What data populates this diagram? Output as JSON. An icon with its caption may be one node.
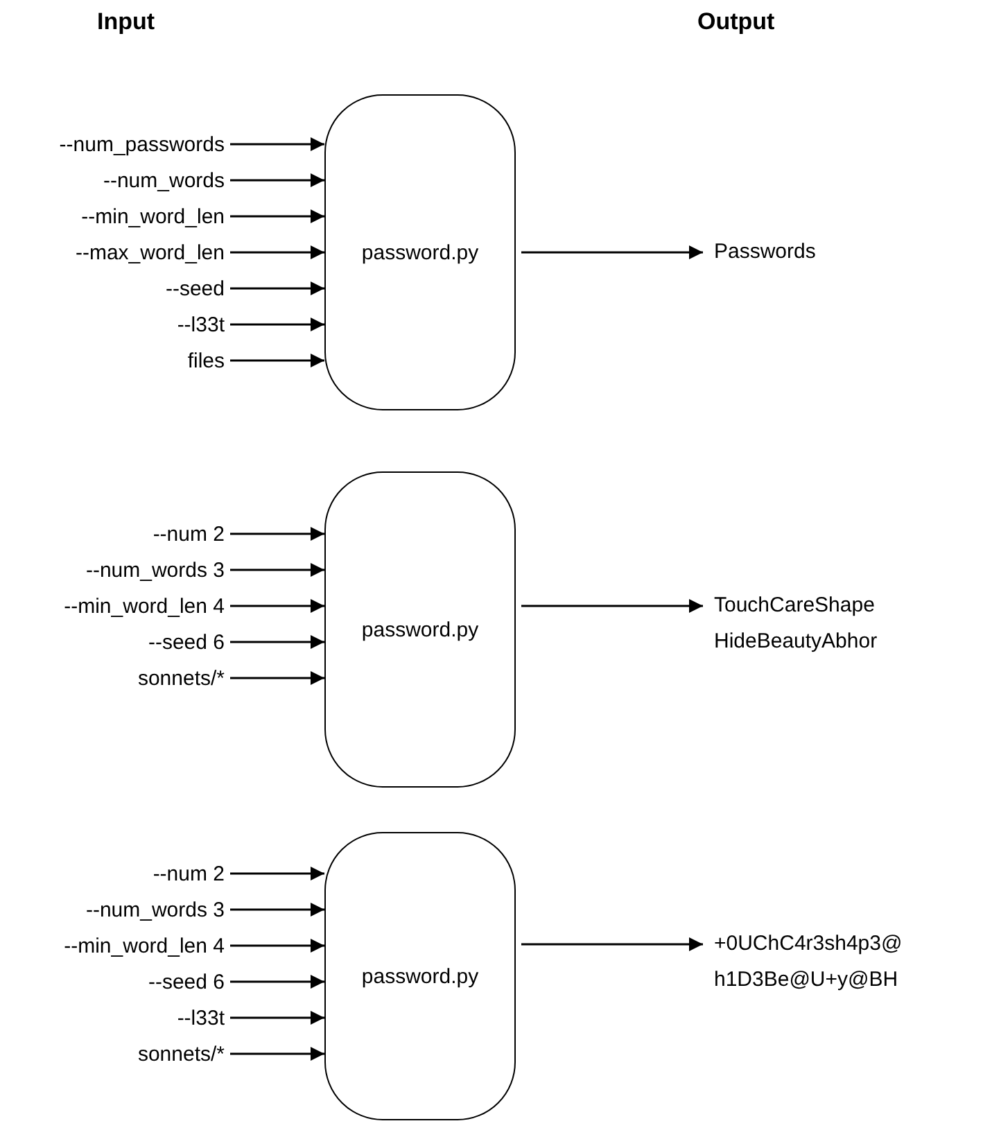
{
  "diagram": {
    "nodes": [
      {
        "text": [
          "--num_passwords"
        ]
      },
      {
        "text": [
          "--num_words"
        ]
      },
      {
        "text": [
          "--min_word_len"
        ]
      },
      {
        "text": [
          "--max_word_len"
        ]
      },
      {
        "text": [
          "--seed"
        ]
      },
      {
        "text": [
          "--l33t"
        ]
      },
      {
        "text": [
          "files"
        ]
      },
      {
        "text": [
          "password.py"
        ]
      },
      {
        "text": [
          "Passwords"
        ]
      },
      {
        "text": [
          "--num 2"
        ]
      },
      {
        "text": [
          "--num_words 3"
        ]
      },
      {
        "text": [
          "--min_word_len 4"
        ]
      },
      {
        "text": [
          "--seed 6"
        ]
      },
      {
        "text": [
          "sonnets/*"
        ]
      },
      {
        "text": [
          "password.py"
        ]
      },
      {
        "text": [
          "TouchCareShape",
          "HideBeautyAbhor"
        ]
      },
      {
        "text": [
          "--num 2"
        ]
      },
      {
        "text": [
          "--num_words 3"
        ]
      },
      {
        "text": [
          "--min_word_len 4"
        ]
      },
      {
        "text": [
          "--seed 6"
        ]
      },
      {
        "text": [
          "--l33t"
        ]
      },
      {
        "text": [
          "sonnets/*"
        ]
      },
      {
        "text": [
          "password.py"
        ]
      },
      {
        "text": [
          "+0UChC4r3sh4p3@",
          "h1D3Be@U+y@BH"
        ]
      }
    ],
    "edges": [
      {
        "from": 0,
        "to": 7,
        "arrow": "to"
      },
      {
        "from": 1,
        "to": 7,
        "arrow": "to"
      },
      {
        "from": 2,
        "to": 7,
        "arrow": "to"
      },
      {
        "from": 3,
        "to": 7,
        "arrow": "to"
      },
      {
        "from": 4,
        "to": 7,
        "arrow": "to"
      },
      {
        "from": 5,
        "to": 7,
        "arrow": "to"
      },
      {
        "from": 6,
        "to": 7,
        "arrow": "to"
      },
      {
        "from": 7,
        "to": 8,
        "arrow": "to"
      },
      {
        "from": 9,
        "to": 14,
        "arrow": "to"
      },
      {
        "from": 10,
        "to": 14,
        "arrow": "to"
      },
      {
        "from": 11,
        "to": 14,
        "arrow": "to"
      },
      {
        "from": 12,
        "to": 14,
        "arrow": "to"
      },
      {
        "from": 13,
        "to": 14,
        "arrow": "to"
      },
      {
        "from": 14,
        "to": 15,
        "arrow": "to"
      },
      {
        "from": 16,
        "to": 22,
        "arrow": "to"
      },
      {
        "from": 17,
        "to": 22,
        "arrow": "to"
      },
      {
        "from": 18,
        "to": 22,
        "arrow": "to"
      },
      {
        "from": 19,
        "to": 22,
        "arrow": "to"
      },
      {
        "from": 20,
        "to": 22,
        "arrow": "to"
      },
      {
        "from": 21,
        "to": 22,
        "arrow": "to"
      },
      {
        "from": 22,
        "to": 23,
        "arrow": "to"
      }
    ],
    "labels": [
      "Input",
      "Output"
    ]
  }
}
